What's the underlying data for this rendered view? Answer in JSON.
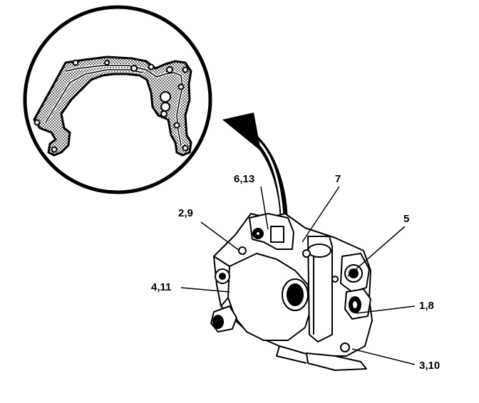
{
  "callouts": {
    "c6_13": "6,13",
    "c7": "7",
    "c2_9": "2,9",
    "c5": "5",
    "c4_11": "4,11",
    "c1_8": "1,8",
    "c3_10": "3,10"
  },
  "colors": {
    "ink": "#000000",
    "paper": "#ffffff",
    "gasket_fill": "#6e6e6e"
  }
}
